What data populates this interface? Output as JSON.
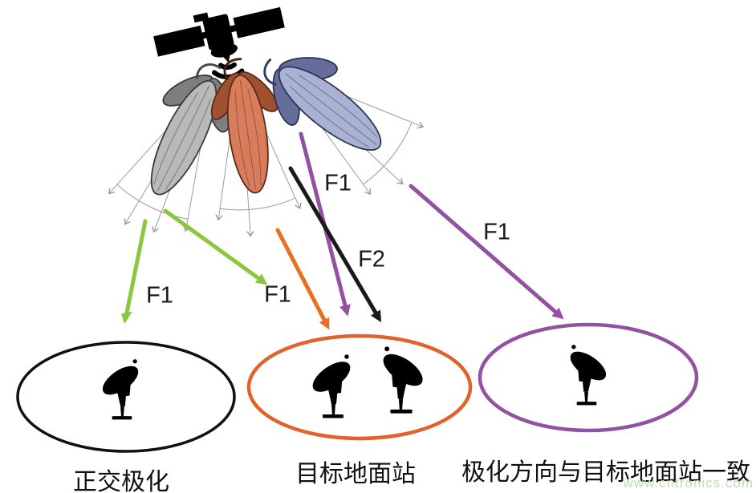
{
  "labels": {
    "f1_left": "F1",
    "f1_mid": "F1",
    "f1_steep": "F1",
    "f1_long": "F1",
    "f2": "F2"
  },
  "stations": {
    "left": {
      "caption": "正交极化"
    },
    "middle": {
      "caption": "目标地面站"
    },
    "right": {
      "caption": "极化方向与目标地面站一致"
    }
  },
  "watermark": {
    "text": "www.cntronics.com"
  },
  "icons": {
    "satellite": "satellite-icon",
    "ground_station": "satellite-dish-icon",
    "beam": "antenna-beam-lobe-icon"
  },
  "colors": {
    "background": "#FFFFFF",
    "satellite": "#000000",
    "beam_gray_main": "#B9B9B9",
    "beam_gray_side": "#7E7E7E",
    "beam_orange_main": "#D97C5B",
    "beam_orange_side": "#9E5031",
    "beam_blue_main": "#A9B2D2",
    "beam_blue_side": "#646D9C",
    "arrow_green": "#8CC63E",
    "arrow_orange": "#E8701F",
    "arrow_purple": "#9351A1",
    "arrow_black": "#1A1A1A",
    "zone_black": "#111111",
    "zone_orange": "#E2622B",
    "zone_purple": "#9351A1",
    "label_text": "#1A1A1A",
    "watermark": "#BCDFB4"
  }
}
